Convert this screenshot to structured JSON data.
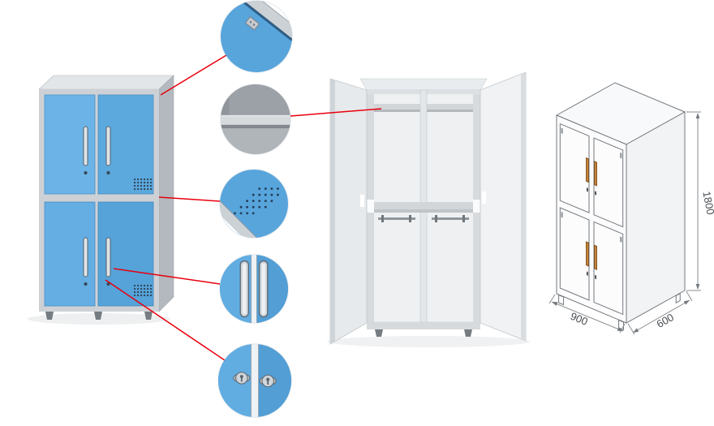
{
  "illustration": {
    "name": "steel-locker-product-views",
    "background": "#ffffff"
  },
  "dimension_labels": {
    "height": "1800",
    "width": "900",
    "depth": "600"
  },
  "colors": {
    "door_blue": "#5aa7dd",
    "frame_gray": "#cdd1d5",
    "connector_red": "#e8000d",
    "drawing_stroke": "#74797e",
    "drawing_handle_orange": "#d08a3e",
    "vent_dot": "#2f4356"
  },
  "views": [
    {
      "name": "closed-locker-render"
    },
    {
      "name": "open-locker-render"
    },
    {
      "name": "dimension-line-drawing"
    }
  ],
  "callouts": [
    {
      "name": "top-corner-hinge-detail"
    },
    {
      "name": "interior-shelf-detail"
    },
    {
      "name": "ventilation-holes-detail"
    },
    {
      "name": "door-handles-detail"
    },
    {
      "name": "cam-locks-detail"
    }
  ]
}
